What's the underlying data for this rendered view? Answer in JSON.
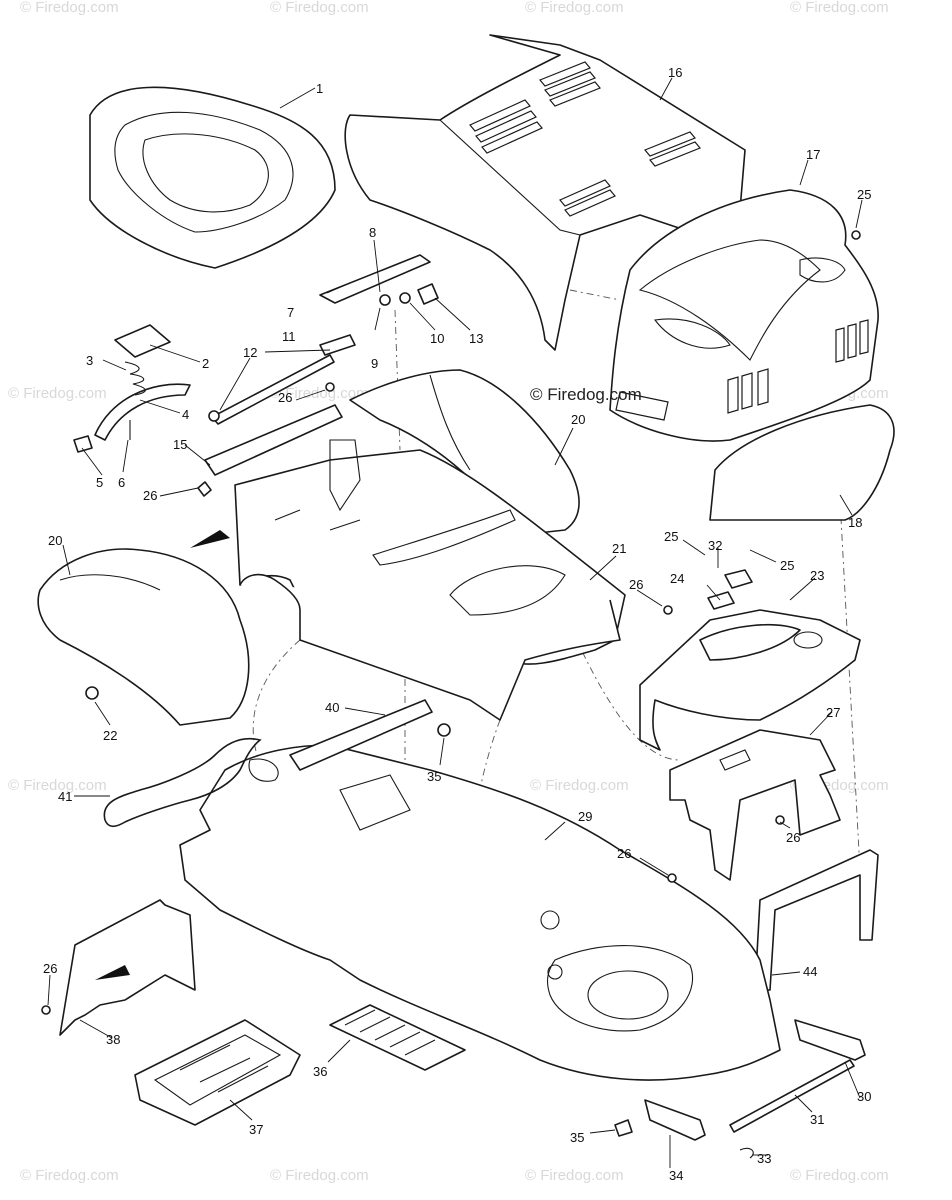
{
  "copyright_notice": "© Firedog.com",
  "watermark": "© Firedog.com",
  "callouts": [
    {
      "id": "c1",
      "label": "1"
    },
    {
      "id": "c2",
      "label": "2"
    },
    {
      "id": "c3",
      "label": "3"
    },
    {
      "id": "c4",
      "label": "4"
    },
    {
      "id": "c5",
      "label": "5"
    },
    {
      "id": "c6",
      "label": "6"
    },
    {
      "id": "c7",
      "label": "7"
    },
    {
      "id": "c8",
      "label": "8"
    },
    {
      "id": "c9",
      "label": "9"
    },
    {
      "id": "c10",
      "label": "10"
    },
    {
      "id": "c11",
      "label": "11"
    },
    {
      "id": "c12",
      "label": "12"
    },
    {
      "id": "c13",
      "label": "13"
    },
    {
      "id": "c15",
      "label": "15"
    },
    {
      "id": "c16",
      "label": "16"
    },
    {
      "id": "c17",
      "label": "17"
    },
    {
      "id": "c18",
      "label": "18"
    },
    {
      "id": "c20a",
      "label": "20"
    },
    {
      "id": "c20b",
      "label": "20"
    },
    {
      "id": "c21",
      "label": "21"
    },
    {
      "id": "c22",
      "label": "22"
    },
    {
      "id": "c23",
      "label": "23"
    },
    {
      "id": "c24",
      "label": "24"
    },
    {
      "id": "c25a",
      "label": "25"
    },
    {
      "id": "c25b",
      "label": "25"
    },
    {
      "id": "c25c",
      "label": "25"
    },
    {
      "id": "c26a",
      "label": "26"
    },
    {
      "id": "c26b",
      "label": "26"
    },
    {
      "id": "c26c",
      "label": "26"
    },
    {
      "id": "c26d",
      "label": "26"
    },
    {
      "id": "c26e",
      "label": "26"
    },
    {
      "id": "c26f",
      "label": "26"
    },
    {
      "id": "c27",
      "label": "27"
    },
    {
      "id": "c29",
      "label": "29"
    },
    {
      "id": "c30",
      "label": "30"
    },
    {
      "id": "c31",
      "label": "31"
    },
    {
      "id": "c32",
      "label": "32"
    },
    {
      "id": "c33",
      "label": "33"
    },
    {
      "id": "c34",
      "label": "34"
    },
    {
      "id": "c35a",
      "label": "35"
    },
    {
      "id": "c35b",
      "label": "35"
    },
    {
      "id": "c36",
      "label": "36"
    },
    {
      "id": "c37",
      "label": "37"
    },
    {
      "id": "c38",
      "label": "38"
    },
    {
      "id": "c40",
      "label": "40"
    },
    {
      "id": "c41",
      "label": "41"
    },
    {
      "id": "c44",
      "label": "44"
    }
  ]
}
